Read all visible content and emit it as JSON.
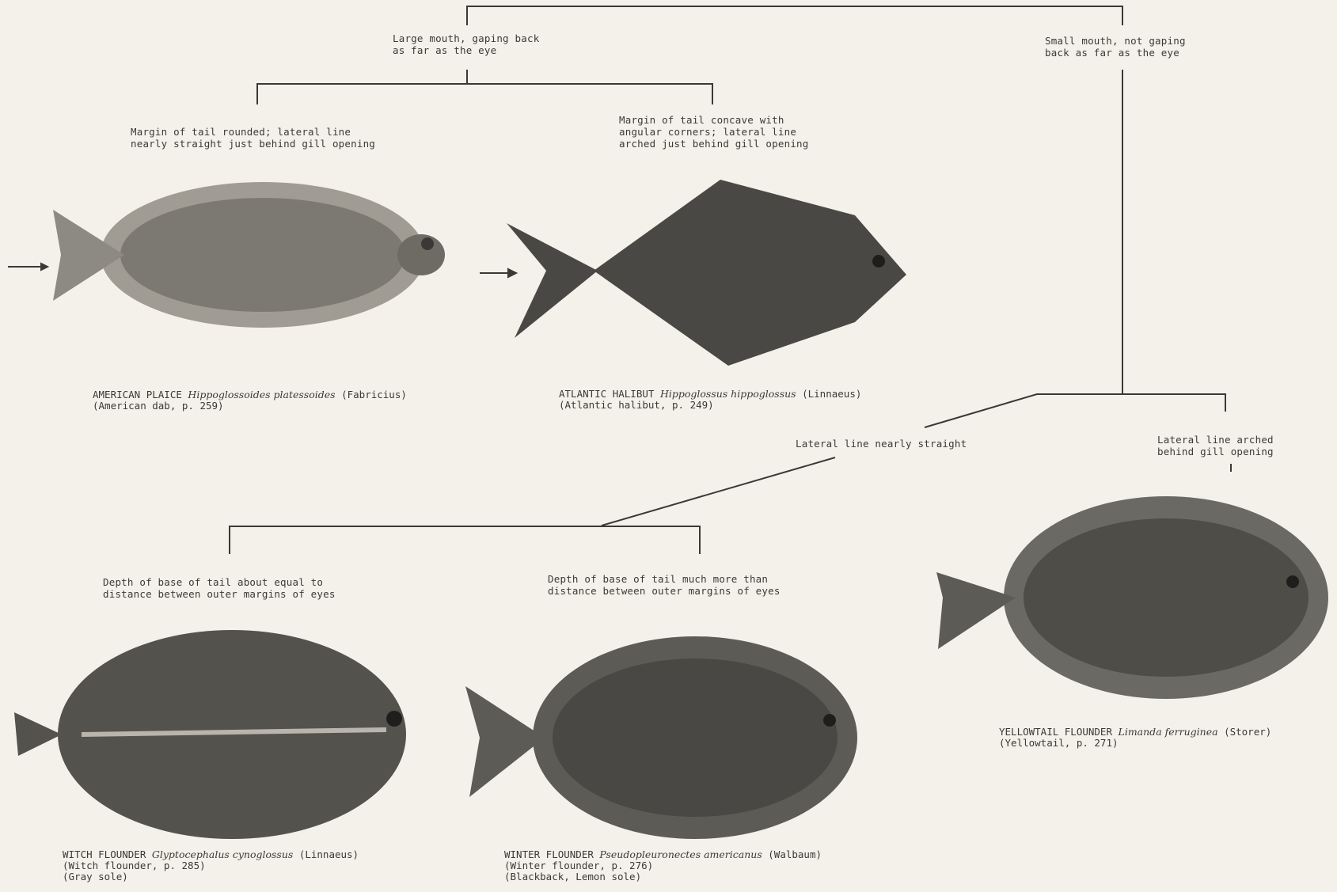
{
  "key": {
    "large_mouth": "Large mouth, gaping back\nas far as the eye",
    "small_mouth": "Small mouth, not gaping\nback as far as the eye",
    "tail_rounded": "Margin of tail rounded; lateral line\nnearly straight just behind gill opening",
    "tail_concave": "Margin of tail concave with\nangular corners; lateral line\narched just behind gill opening",
    "lateral_straight": "Lateral line nearly straight",
    "lateral_arched": "Lateral line arched\nbehind gill opening",
    "tail_equal": "Depth of base of tail about equal to\ndistance between outer margins of eyes",
    "tail_more": "Depth of base of tail much more than\ndistance between outer margins of eyes"
  },
  "species": [
    {
      "common": "AMERICAN PLAICE",
      "scientific": "Hippoglossoides platessoides",
      "author": "(Fabricius)",
      "lines": [
        "(American dab, p. 259)"
      ]
    },
    {
      "common": "ATLANTIC HALIBUT",
      "scientific": "Hippoglossus hippoglossus",
      "author": "(Linnaeus)",
      "lines": [
        "(Atlantic halibut, p. 249)"
      ]
    },
    {
      "common": "WITCH FLOUNDER",
      "scientific": "Glyptocephalus cynoglossus",
      "author": "(Linnaeus)",
      "lines": [
        "(Witch flounder, p. 285)",
        "(Gray sole)"
      ]
    },
    {
      "common": "WINTER FLOUNDER",
      "scientific": "Pseudopleuronectes americanus",
      "author": "(Walbaum)",
      "lines": [
        "(Winter flounder, p. 276)",
        "(Blackback, Lemon sole)"
      ]
    },
    {
      "common": "YELLOWTAIL FLOUNDER",
      "scientific": "Limanda ferruginea",
      "author": "(Storer)",
      "lines": [
        "(Yellowtail, p. 271)"
      ]
    }
  ],
  "colors": {
    "ink": "#3a3935",
    "paper": "#f4f1ea",
    "fish_dark": "#4a4844",
    "fish_light": "#8a8780"
  }
}
